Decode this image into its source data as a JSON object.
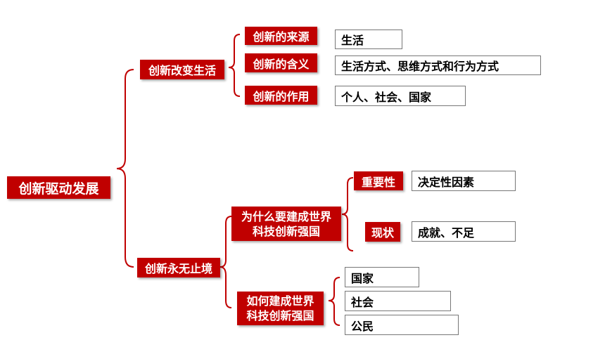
{
  "root": "创新驱动发展",
  "branch1": {
    "label": "创新改变生活",
    "items": [
      {
        "label": "创新的来源",
        "value": "生活"
      },
      {
        "label": "创新的含义",
        "value": "生活方式、思维方式和行为方式"
      },
      {
        "label": "创新的作用",
        "value": "个人、社会、国家"
      }
    ]
  },
  "branch2": {
    "label": "创新永无止境",
    "why": {
      "label_line1": "为什么要建成世界",
      "label_line2": "科技创新强国",
      "items": [
        {
          "label": "重要性",
          "value": "决定性因素"
        },
        {
          "label": "现状",
          "value": "成就、不足"
        }
      ]
    },
    "how": {
      "label_line1": "如何建成世界",
      "label_line2": "科技创新强国",
      "items": [
        "国家",
        "社会",
        "公民"
      ]
    }
  },
  "colors": {
    "accent": "#c00000",
    "box_border": "#777777"
  }
}
